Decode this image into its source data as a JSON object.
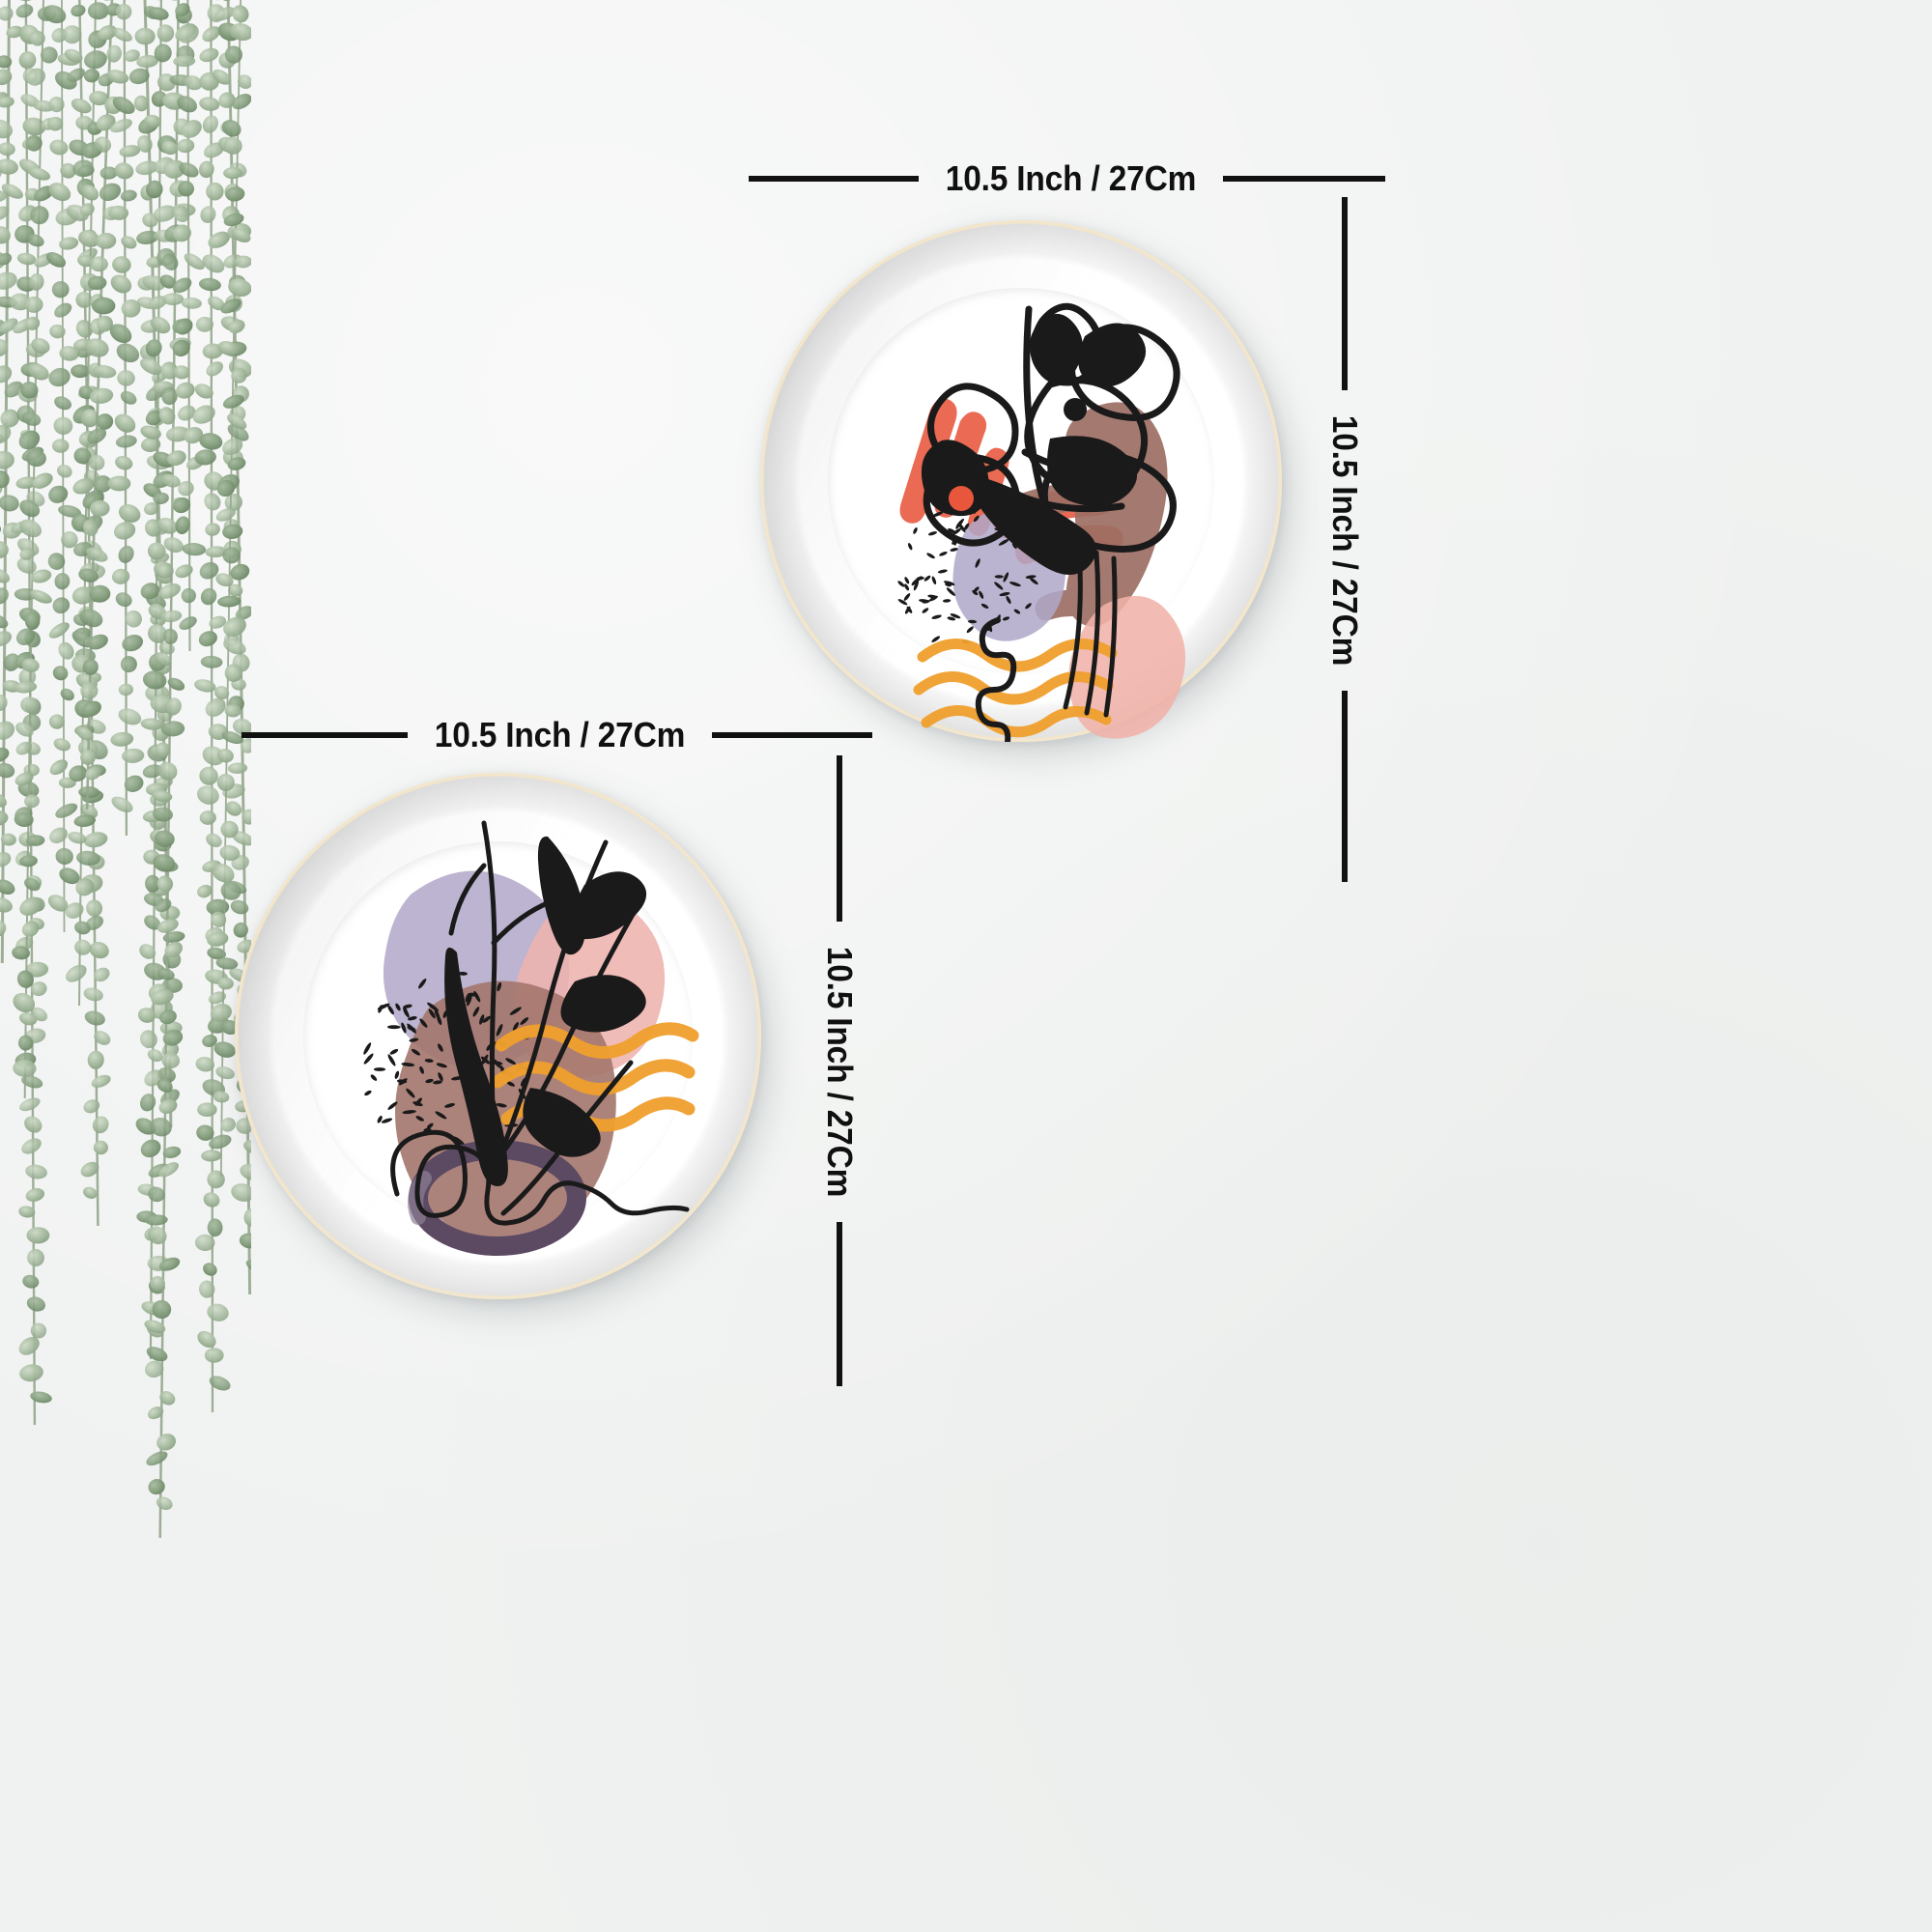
{
  "scene": {
    "background_color": "#f0f2f1",
    "description": "Two decorative abstract-art wall plates mounted on a light gray wall with a hanging string-of-pearls plant at the left edge, annotated with size dimension callouts."
  },
  "plant": {
    "name": "hanging-vine-plant",
    "leaf_color": "#a9bda2",
    "leaf_color_dark": "#8aa383",
    "stem_color": "#93a58c"
  },
  "plates": [
    {
      "id": "top-plate",
      "name": "monstera-leaf-plate",
      "rim_color": "#bdbdbd",
      "gold_edge_color": "#f3e6cb",
      "well_color": "#ffffff",
      "art_colors": {
        "black": "#1a1a1a",
        "coral_red": "#e8563c",
        "brown": "#9d6f64",
        "lavender": "#b0a8c8",
        "dusty_pink": "#f0b2a8",
        "orange": "#f0a02e"
      },
      "dimension_width": {
        "label": "10.5 Inch / 27Cm"
      },
      "dimension_height": {
        "label": "10.5 Inch / 27Cm"
      }
    },
    {
      "id": "bottom-plate",
      "name": "botanical-vase-plate",
      "rim_color": "#bdbdbd",
      "gold_edge_color": "#f3e6cb",
      "well_color": "#ffffff",
      "art_colors": {
        "black": "#1a1a1a",
        "lavender": "#b3aac9",
        "mauve_brown": "#a3766c",
        "dusty_pink": "#eeb3ae",
        "orange": "#f0a02e",
        "deep_purple": "#5c4a63"
      },
      "dimension_width": {
        "label": "10.5 Inch / 27Cm"
      },
      "dimension_height": {
        "label": "10.5 Inch / 27Cm"
      }
    }
  ],
  "annotations": {
    "top_width_label": "10.5 Inch / 27Cm",
    "top_height_label": "10.5 Inch / 27Cm",
    "bottom_width_label": "10.5 Inch / 27Cm",
    "bottom_height_label": "10.5 Inch / 27Cm",
    "rule_color": "#111111"
  }
}
